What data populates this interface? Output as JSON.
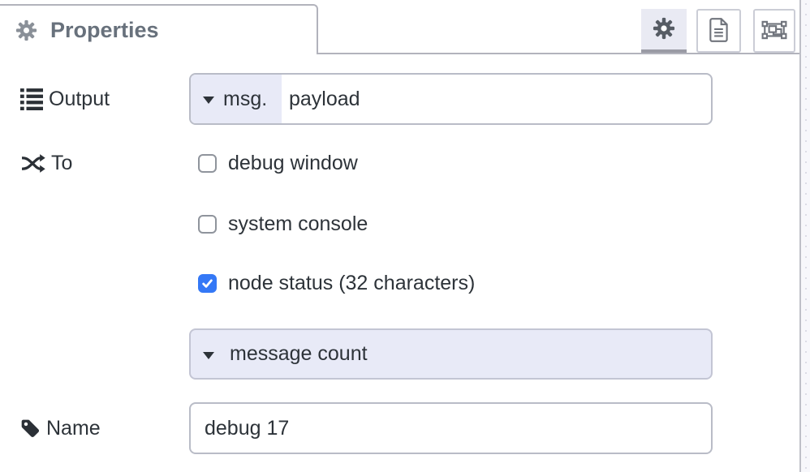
{
  "colors": {
    "accent": "#3478f6",
    "lavender": "#e8eaf7",
    "input_border": "#b9bcc7",
    "tab_border": "#b2b3bc",
    "label_text": "#2d3339",
    "tab_title": "#68717c"
  },
  "header": {
    "title": "Properties",
    "title_icon": "gear-icon",
    "tabs": [
      {
        "name": "properties",
        "icon": "gear-icon",
        "active": true
      },
      {
        "name": "description",
        "icon": "document-icon",
        "active": false
      },
      {
        "name": "appearance",
        "icon": "appearance-icon",
        "active": false
      }
    ]
  },
  "form": {
    "output": {
      "label": "Output",
      "icon": "list-icon",
      "type_prefix": "msg.",
      "value": "payload"
    },
    "to": {
      "label": "To",
      "icon": "shuffle-icon",
      "options": [
        {
          "label": "debug window",
          "checked": false
        },
        {
          "label": "system console",
          "checked": false
        },
        {
          "label": "node status (32 characters)",
          "checked": true
        }
      ]
    },
    "status_type": {
      "value": "message count"
    },
    "name": {
      "label": "Name",
      "icon": "tag-icon",
      "value": "debug 17"
    }
  }
}
